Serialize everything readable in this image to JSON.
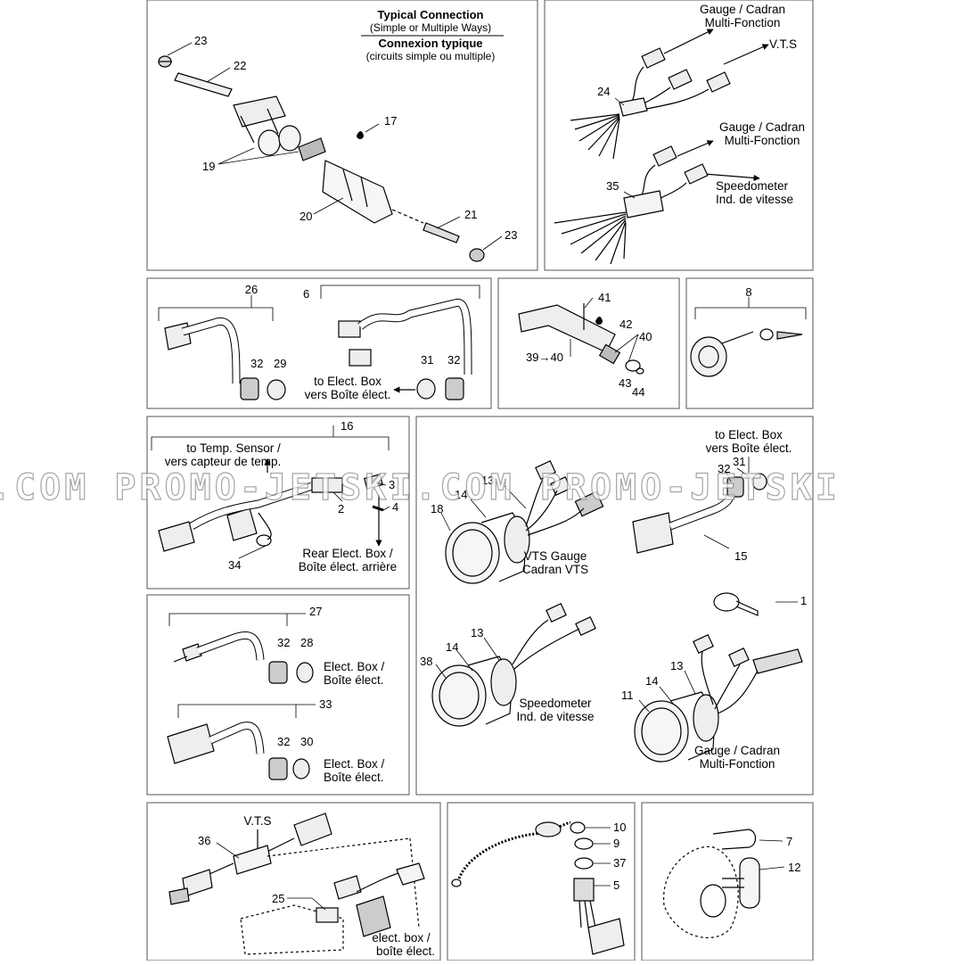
{
  "watermark": ".COM   PROMO-JETSKI.COM   PROMO-JETSKI",
  "panels": {
    "typical_connection": {
      "title_en": "Typical Connection",
      "subtitle_en": "(Simple or Multiple Ways)",
      "title_fr": "Connexion typique",
      "subtitle_fr": "(circuits simple ou multiple)",
      "callouts": [
        "23",
        "22",
        "17",
        "19",
        "20",
        "21",
        "23"
      ]
    },
    "harness_24_35": {
      "gauge_label_1": "Gauge / Cadran",
      "gauge_label_2": "Multi-Fonction",
      "vts_label": "V.T.S",
      "gauge_b_label_1": "Gauge / Cadran",
      "gauge_b_label_2": "Multi-Fonction",
      "speedo_label_1": "Speedometer",
      "speedo_label_2": "Ind. de vitesse",
      "callouts": [
        "24",
        "35"
      ]
    },
    "harness_26_6": {
      "to_box_1": "to Elect. Box",
      "to_box_2": "vers Boîte élect.",
      "callouts": [
        "26",
        "6",
        "32",
        "29",
        "31",
        "32"
      ]
    },
    "sensor_39": {
      "callouts": [
        "41",
        "42",
        "40",
        "39→40",
        "43",
        "44"
      ]
    },
    "sensor_8": {
      "callouts": [
        "8"
      ]
    },
    "harness_16": {
      "temp_1": "to Temp. Sensor /",
      "temp_2": "vers capteur de temp.",
      "rear_1": "Rear Elect. Box /",
      "rear_2": "Boîte élect. arrière",
      "callouts": [
        "16",
        "3",
        "2",
        "4",
        "34"
      ]
    },
    "gauges": {
      "vts_1": "VTS Gauge",
      "vts_2": "Cadran VTS",
      "to_box_1": "to Elect. Box",
      "to_box_2": "vers Boîte élect.",
      "speedo_1": "Speedometer",
      "speedo_2": "Ind. de vitesse",
      "gauge_1": "Gauge / Cadran",
      "gauge_2": "Multi-Fonction",
      "callouts": [
        "13",
        "14",
        "18",
        "32",
        "31",
        "15",
        "1",
        "13",
        "14",
        "38",
        "13",
        "14",
        "11"
      ]
    },
    "harness_27_33": {
      "box_1": "Elect. Box /",
      "box_2": "Boîte élect.",
      "box_3": "Elect. Box /",
      "box_4": "Boîte élect.",
      "callouts": [
        "27",
        "32",
        "28",
        "33",
        "32",
        "30"
      ]
    },
    "harness_36": {
      "vts_label": "V.T.S",
      "box_1": "elect. box /",
      "box_2": "boîte élect.",
      "callouts": [
        "36",
        "25"
      ]
    },
    "lanyard": {
      "callouts": [
        "10",
        "9",
        "37",
        "5"
      ]
    },
    "switch": {
      "callouts": [
        "7",
        "12"
      ]
    }
  }
}
